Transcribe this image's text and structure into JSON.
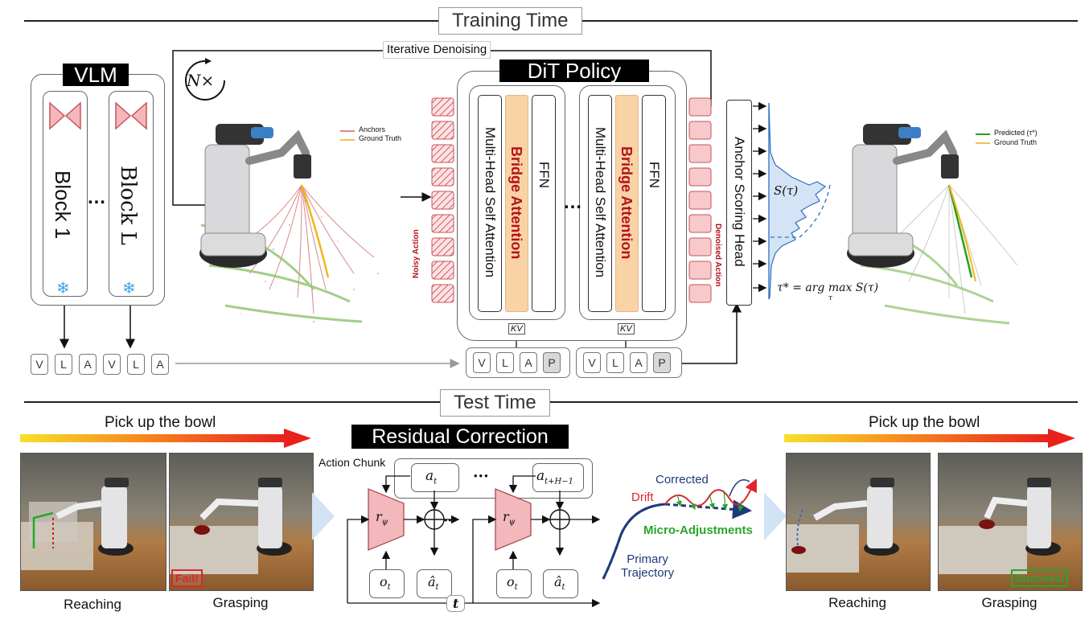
{
  "training": {
    "section_title": "Training Time",
    "iterative_denoising": "Iterative Denoising",
    "n_times": "N×",
    "vlm": {
      "title": "VLM",
      "block_first": "Block 1",
      "block_last": "Block L",
      "ellipsis": "…"
    },
    "tokens_vlm": [
      "V",
      "L",
      "A",
      "V",
      "L",
      "A"
    ],
    "anchor_legend": {
      "anchors": "Anchors",
      "ground_truth": "Ground Truth"
    },
    "noisy_action": "Noisy Action",
    "dit": {
      "title": "DiT Policy",
      "mhsa": "Multi-Head Self Attention",
      "bridge": "Bridge Attention",
      "ffn": "FFN",
      "kv": "KV",
      "ellipsis": "…"
    },
    "tokens_dit": [
      "V",
      "L",
      "A",
      "P"
    ],
    "denoised_action": "Denoised Action",
    "scoring_head": "Anchor Scoring Head",
    "score_label": "S(τ)",
    "argmax_label": "τ* = arg max S(τ)",
    "argmax_sub": "τ",
    "pred_legend": {
      "predicted": "Predicted (τ*)",
      "ground_truth": "Ground Truth"
    }
  },
  "test": {
    "section_title": "Test Time",
    "instruction_left": "Pick up the bowl",
    "instruction_right": "Pick up the bowl",
    "captions_left": [
      "Reaching",
      "Grasping"
    ],
    "captions_right": [
      "Reaching",
      "Grasping"
    ],
    "fail": "Fail!",
    "success": "Success!",
    "residual_title": "Residual Correction",
    "action_chunk": "Action Chunk",
    "a_t": "a",
    "a_t_sub": "t",
    "a_last": "a",
    "a_last_sub": "t+H−1",
    "r_psi": "r",
    "r_psi_sub": "ψ",
    "o_t": "o",
    "o_t_sub": "t",
    "ahat": "â",
    "ahat_sub": "t",
    "t": "t",
    "dots": "•••",
    "traj": {
      "corrected": "Corrected",
      "drift": "Drift",
      "micro": "Micro-Adjustments",
      "primary_1": "Primary",
      "primary_2": "Trajectory"
    }
  },
  "colors": {
    "red_text": "#b4121b",
    "bridge_fill": "#f9d3a6",
    "pink": "#f2b8bb",
    "blue_curve": "#2f6fbf",
    "navy": "#1f3a7a",
    "green": "#2aa52a",
    "drift_red": "#e0242b"
  }
}
